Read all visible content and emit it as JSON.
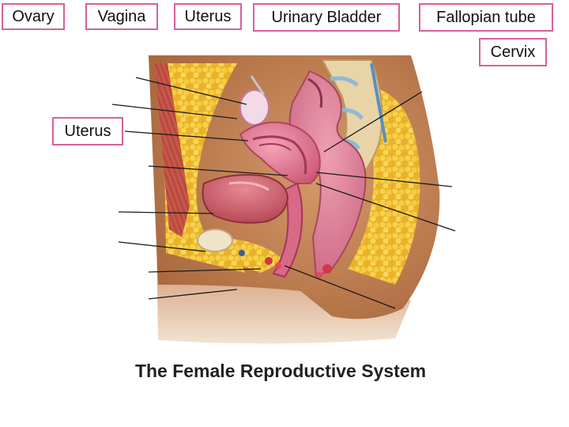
{
  "labels": {
    "ovary": "Ovary",
    "vagina": "Vagina",
    "uterus_top": "Uterus",
    "urinary_bladder": "Urinary Bladder",
    "fallopian_tube": "Fallopian tube",
    "cervix": "Cervix",
    "uterus_mid": "Uterus"
  },
  "caption": "The Female Reproductive System",
  "colors": {
    "label_border": "#d9609a",
    "skin": "#c58a5c",
    "fat": "#f2c535",
    "uterus": "#e0708e",
    "bladder": "#d4606e",
    "bone": "#e8d4a6"
  }
}
